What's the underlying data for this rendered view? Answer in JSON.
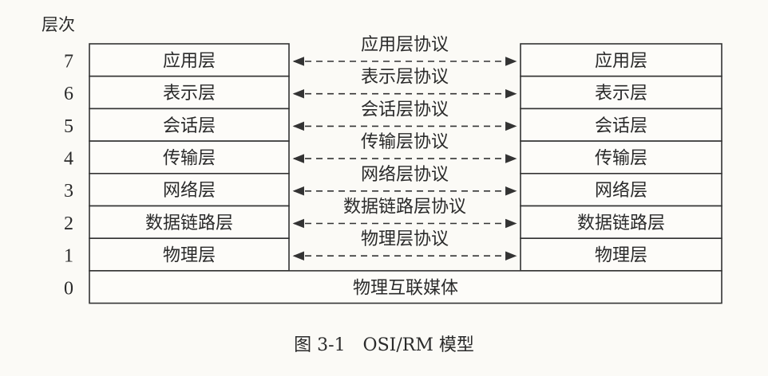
{
  "header": {
    "level_title": "层次"
  },
  "layers": [
    {
      "level": "7",
      "name": "应用层",
      "protocol": "应用层协议"
    },
    {
      "level": "6",
      "name": "表示层",
      "protocol": "表示层协议"
    },
    {
      "level": "5",
      "name": "会话层",
      "protocol": "会话层协议"
    },
    {
      "level": "4",
      "name": "传输层",
      "protocol": "传输层协议"
    },
    {
      "level": "3",
      "name": "网络层",
      "protocol": "网络层协议"
    },
    {
      "level": "2",
      "name": "数据链路层",
      "protocol": "数据链路层协议"
    },
    {
      "level": "1",
      "name": "物理层",
      "protocol": "物理层协议"
    }
  ],
  "medium": {
    "level": "0",
    "name": "物理互联媒体"
  },
  "caption": {
    "text": "图 3-1　OSI/RM 模型"
  }
}
